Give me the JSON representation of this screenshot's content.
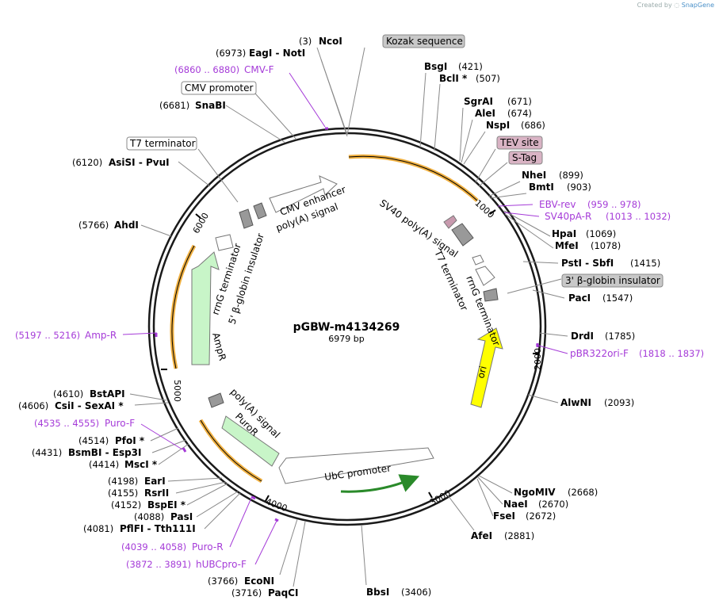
{
  "credit": {
    "prefix": "Created by",
    "brand": "SnapGene"
  },
  "plasmid": {
    "name": "pGBW-m4134269",
    "length": "6979 bp"
  },
  "ticks": [
    "1000",
    "2000",
    "3000",
    "4000",
    "5000",
    "6000"
  ],
  "sites_right": [
    {
      "name": "BsgI",
      "pos": "(421)"
    },
    {
      "name": "BclI *",
      "pos": "(507)"
    },
    {
      "name": "SgrAI",
      "pos": "(671)"
    },
    {
      "name": "AleI",
      "pos": "(674)"
    },
    {
      "name": "NspI",
      "pos": "(686)"
    },
    {
      "name": "NheI",
      "pos": "(899)"
    },
    {
      "name": "BmtI",
      "pos": "(903)"
    },
    {
      "name": "HpaI",
      "pos": "(1069)"
    },
    {
      "name": "MfeI",
      "pos": "(1078)"
    },
    {
      "name": "PstI - SbfI",
      "pos": "(1415)"
    },
    {
      "name": "PacI",
      "pos": "(1547)"
    },
    {
      "name": "DrdI",
      "pos": "(1785)"
    },
    {
      "name": "AlwNI",
      "pos": "(2093)"
    },
    {
      "name": "NgoMIV",
      "pos": "(2668)"
    },
    {
      "name": "NaeI",
      "pos": "(2670)"
    },
    {
      "name": "FseI",
      "pos": "(2672)"
    },
    {
      "name": "AfeI",
      "pos": "(2881)"
    },
    {
      "name": "BbsI",
      "pos": "(3406)"
    }
  ],
  "sites_left": [
    {
      "name": "NcoI",
      "pos": "(3)"
    },
    {
      "name": "EagI - NotI",
      "pos": "(6973)"
    },
    {
      "name": "SnaBI",
      "pos": "(6681)"
    },
    {
      "name": "AsiSI - PvuI",
      "pos": "(6120)"
    },
    {
      "name": "AhdI",
      "pos": "(5766)"
    },
    {
      "name": "BstAPI",
      "pos": "(4610)"
    },
    {
      "name": "CsiI - SexAI *",
      "pos": "(4606)"
    },
    {
      "name": "PfoI *",
      "pos": "(4514)"
    },
    {
      "name": "BsmBI - Esp3I",
      "pos": "(4431)"
    },
    {
      "name": "MscI *",
      "pos": "(4414)"
    },
    {
      "name": "EarI",
      "pos": "(4198)"
    },
    {
      "name": "RsrII",
      "pos": "(4155)"
    },
    {
      "name": "BspEI *",
      "pos": "(4152)"
    },
    {
      "name": "PasI",
      "pos": "(4088)"
    },
    {
      "name": "PflFI - Tth111I",
      "pos": "(4081)"
    },
    {
      "name": "EcoNI",
      "pos": "(3766)"
    },
    {
      "name": "PaqCI",
      "pos": "(3716)"
    }
  ],
  "primers": [
    {
      "name": "CMV-F",
      "pos": "(6860 .. 6880)"
    },
    {
      "name": "EBV-rev",
      "pos": "(959 .. 978)"
    },
    {
      "name": "SV40pA-R",
      "pos": "(1013 .. 1032)"
    },
    {
      "name": "pBR322ori-F",
      "pos": "(1818 .. 1837)"
    },
    {
      "name": "Amp-R",
      "pos": "(5197 .. 5216)"
    },
    {
      "name": "Puro-F",
      "pos": "(4535 .. 4555)"
    },
    {
      "name": "Puro-R",
      "pos": "(4039 .. 4058)"
    },
    {
      "name": "hUBCpro-F",
      "pos": "(3872 .. 3891)"
    }
  ],
  "boxed_features": [
    {
      "label": "Kozak sequence",
      "fill": "#c8c8c8"
    },
    {
      "label": "CMV promoter",
      "fill": "#ffffff"
    },
    {
      "label": "T7 terminator",
      "fill": "#ffffff"
    },
    {
      "label": "TEV site",
      "fill": "#d9b3c4"
    },
    {
      "label": "S-Tag",
      "fill": "#d9b3c4"
    },
    {
      "label": "3' β-globin insulator",
      "fill": "#c8c8c8"
    }
  ],
  "inner_features": [
    {
      "label": "CMV enhancer"
    },
    {
      "label": "poly(A) signal"
    },
    {
      "label": "SV40 poly(A) signal"
    },
    {
      "label": "T7 terminator"
    },
    {
      "label": "rrnG terminator"
    },
    {
      "label": "rrnG terminator"
    },
    {
      "label": "5' β-globin insulator"
    },
    {
      "label": "AmpR"
    },
    {
      "label": "ori"
    },
    {
      "label": "poly(A) signal"
    },
    {
      "label": "PuroR"
    },
    {
      "label": "UbC promoter"
    }
  ],
  "colors": {
    "orf": "#f0b040",
    "ampr": "#c8f5c8",
    "ori": "#ffff00",
    "primer": "#a53bd8",
    "backbone": "#1a1a1a"
  }
}
